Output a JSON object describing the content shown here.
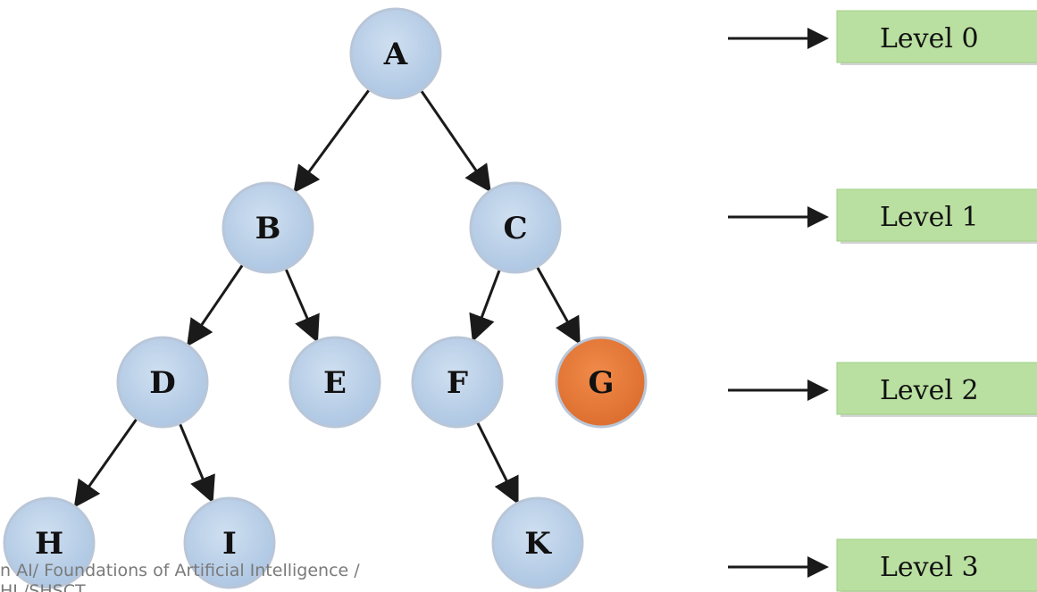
{
  "colors": {
    "node_fill": "#bdd3ea",
    "goal_fill": "#e87c3e",
    "edge": "#1a1a1a",
    "level_box": "#b9e0a0"
  },
  "nodes": [
    {
      "id": "A",
      "label": "A",
      "goal": false
    },
    {
      "id": "B",
      "label": "B",
      "goal": false
    },
    {
      "id": "C",
      "label": "C",
      "goal": false
    },
    {
      "id": "D",
      "label": "D",
      "goal": false
    },
    {
      "id": "E",
      "label": "E",
      "goal": false
    },
    {
      "id": "F",
      "label": "F",
      "goal": false
    },
    {
      "id": "G",
      "label": "G",
      "goal": true
    },
    {
      "id": "H",
      "label": "H",
      "goal": false
    },
    {
      "id": "I",
      "label": "I",
      "goal": false
    },
    {
      "id": "K",
      "label": "K",
      "goal": false
    }
  ],
  "edges": [
    {
      "from": "A",
      "to": "B"
    },
    {
      "from": "A",
      "to": "C"
    },
    {
      "from": "B",
      "to": "D"
    },
    {
      "from": "B",
      "to": "E"
    },
    {
      "from": "C",
      "to": "F"
    },
    {
      "from": "C",
      "to": "G"
    },
    {
      "from": "D",
      "to": "H"
    },
    {
      "from": "D",
      "to": "I"
    },
    {
      "from": "F",
      "to": "K"
    }
  ],
  "levels": [
    {
      "label": "Level 0"
    },
    {
      "label": "Level 1"
    },
    {
      "label": "Level 2"
    },
    {
      "label": "Level 3"
    }
  ],
  "footer": {
    "line1": "n AI/ Foundations of Artificial Intelligence /",
    "line2": "HI /SHSCT"
  }
}
